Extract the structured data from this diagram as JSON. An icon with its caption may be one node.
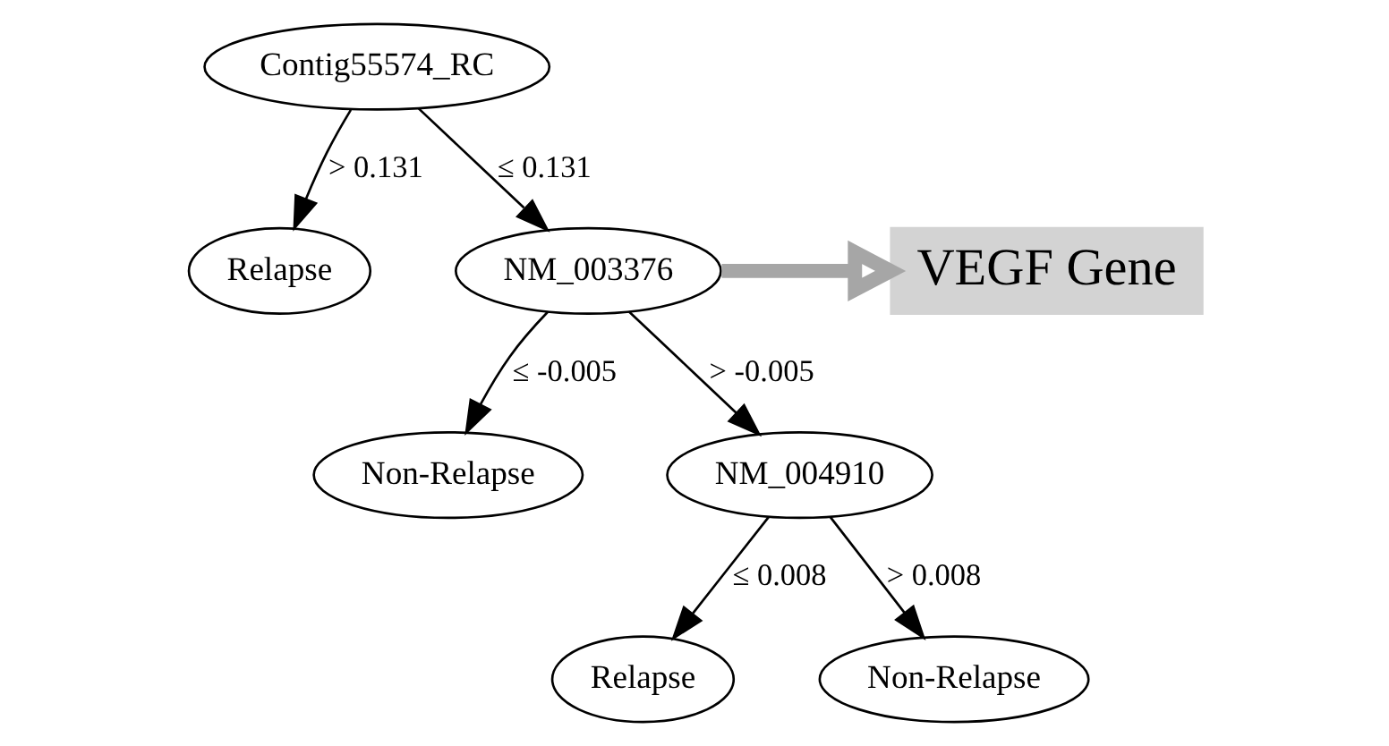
{
  "diagram": {
    "nodes": [
      {
        "text": [
          "Contig55574_RC"
        ]
      },
      {
        "text": [
          "Relapse"
        ]
      },
      {
        "text": [
          "NM_003376"
        ]
      },
      {
        "text": [
          "Non-Relapse"
        ]
      },
      {
        "text": [
          "NM_004910"
        ]
      },
      {
        "text": [
          "Relapse"
        ]
      },
      {
        "text": [
          "Non-Relapse"
        ]
      },
      {
        "text": [
          "VEGF Gene"
        ]
      }
    ],
    "edges": [
      {
        "from": 0,
        "to": 1,
        "arrow": "to",
        "label": "> 0.131"
      },
      {
        "from": 0,
        "to": 2,
        "arrow": "to",
        "label": "≤ 0.131"
      },
      {
        "from": 2,
        "to": 3,
        "arrow": "to",
        "label": "≤ -0.005"
      },
      {
        "from": 2,
        "to": 4,
        "arrow": "to",
        "label": "> -0.005"
      },
      {
        "from": 4,
        "to": 5,
        "arrow": "to",
        "label": "≤ 0.008"
      },
      {
        "from": 4,
        "to": 6,
        "arrow": "to",
        "label": "> 0.008"
      },
      {
        "from": 2,
        "to": 7,
        "arrow": "to",
        "style": "thick",
        "color": "#a6a6a6"
      }
    ]
  }
}
